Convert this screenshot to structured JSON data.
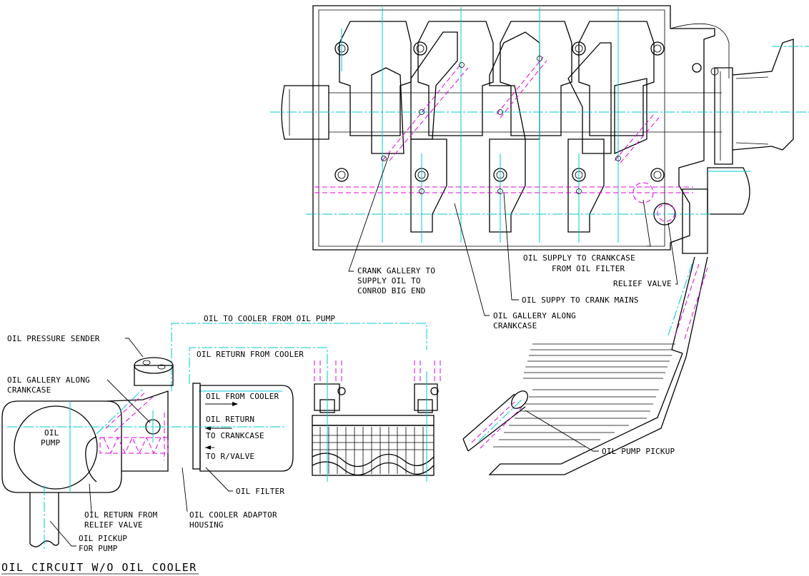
{
  "title": "OIL CIRCUIT W/O OIL COOLER",
  "labels": {
    "crank_gallery_1": "CRANK GALLERY TO",
    "crank_gallery_2": "SUPPLY OIL TO",
    "crank_gallery_3": "CONROD BIG END",
    "supply_crankcase_1": "OIL SUPPLY TO CRANKCASE",
    "supply_crankcase_2": "FROM OIL FILTER",
    "relief_valve": "RELIEF VALVE",
    "crank_mains": "OIL SUPPY TO CRANK MAINS",
    "gallery_crankcase_1": "OIL GALLERY ALONG",
    "gallery_crankcase_2": "CRANKCASE",
    "to_cooler": "OIL TO COOLER FROM OIL PUMP",
    "pressure_sender": "OIL PRESSURE SENDER",
    "return_from_cooler": "OIL RETURN FROM COOLER",
    "left_gallery_1": "OIL GALLERY ALONG",
    "left_gallery_2": "CRANKCASE",
    "from_cooler": "OIL FROM COOLER",
    "oil_return_1": "OIL RETURN",
    "oil_return_2": "TO CRANKCASE",
    "to_rvalve": "TO R/VALVE",
    "oil_pump_1": "OIL",
    "oil_pump_2": "PUMP",
    "oil_filter": "OIL FILTER",
    "return_relief_1": "OIL RETURN FROM",
    "return_relief_2": "RELIEF VALVE",
    "adaptor_1": "OIL COOLER ADAPTOR",
    "adaptor_2": "HOUSING",
    "pickup_pump_1": "OIL PICKUP",
    "pickup_pump_2": "FOR PUMP",
    "pump_pickup": "OIL PUMP PICKUP"
  }
}
